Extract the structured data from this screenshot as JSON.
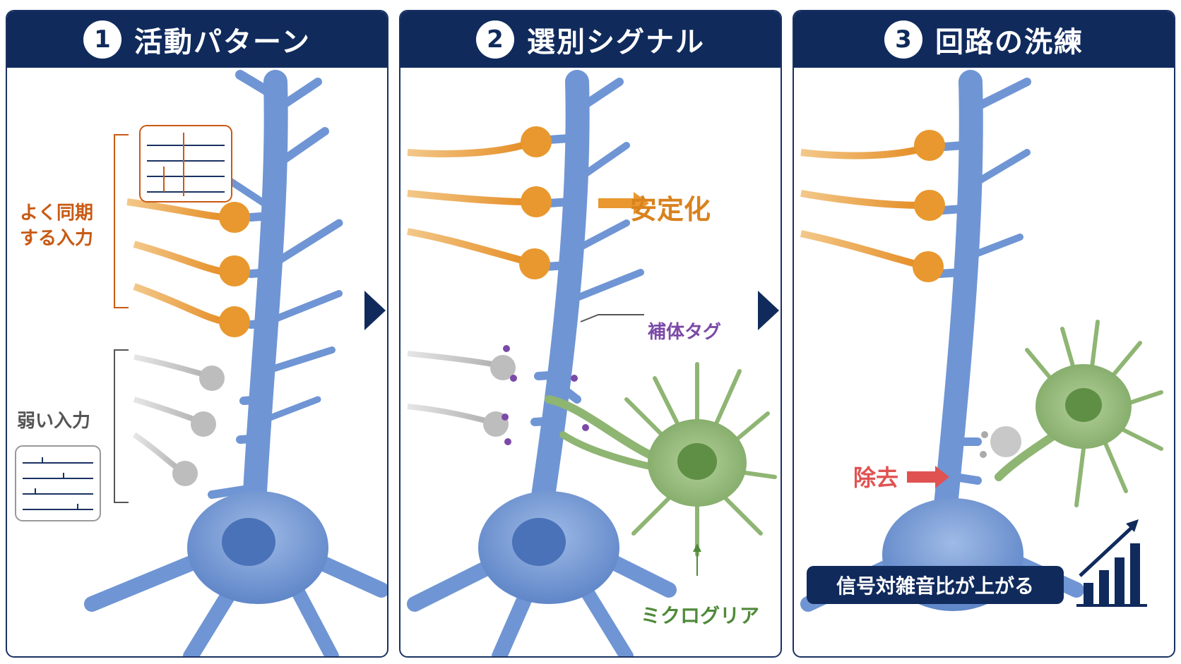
{
  "panels": [
    {
      "number": "1",
      "title": "活動パターン"
    },
    {
      "number": "2",
      "title": "選別シグナル"
    },
    {
      "number": "3",
      "title": "回路の洗練"
    }
  ],
  "panel1": {
    "sync_label_line1": "よく同期",
    "sync_label_line2": "する入力",
    "weak_label": "弱い入力"
  },
  "panel2": {
    "stabilize_label": "安定化",
    "complement_label": "補体タグ",
    "microglia_label": "ミクログリア"
  },
  "panel3": {
    "removal_label": "除去",
    "snr_label": "信号対雑音比が上がる"
  },
  "colors": {
    "header": "#102a5c",
    "neuron": "#6f95d4",
    "strong_axon": "#e8982e",
    "weak_axon": "#bdbdbd",
    "microglia": "#8fb573",
    "complement": "#7b4aa8",
    "sync_text": "#c85a14",
    "stabilize_text": "#d9821e",
    "removal_text": "#e05252",
    "microglia_text": "#4f8a3a"
  }
}
